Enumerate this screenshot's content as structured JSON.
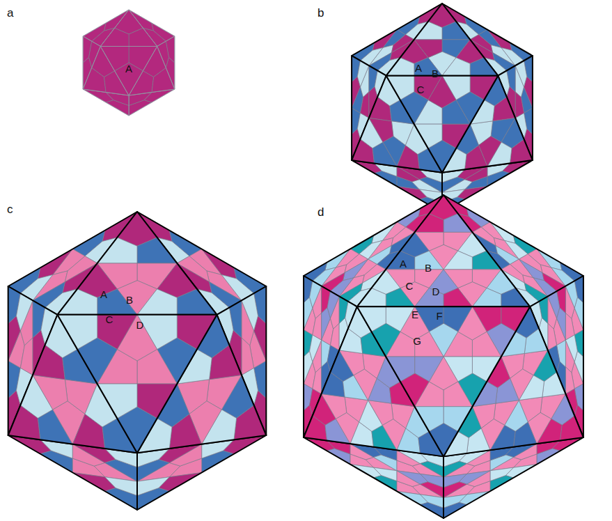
{
  "diagram": {
    "labels": [
      "a",
      "A",
      "b",
      "A",
      "B",
      "C",
      "c",
      "A",
      "B",
      "C",
      "D",
      "d",
      "A",
      "B",
      "C",
      "D",
      "E",
      "F",
      "G"
    ]
  }
}
